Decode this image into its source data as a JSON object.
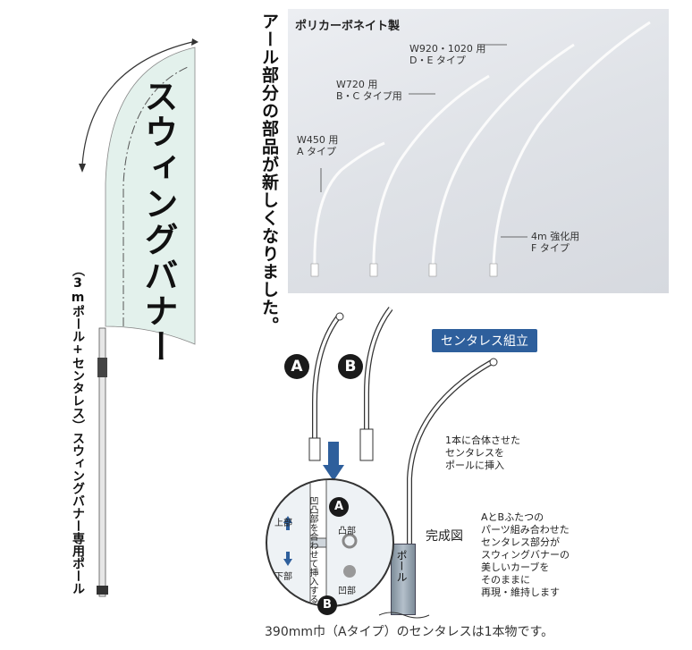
{
  "banner": {
    "text": "スウィングバナー",
    "caption": "（3mポール+センタレス）スウィングバナー専用ポール"
  },
  "photo": {
    "title": "ポリカーボネイト製",
    "side_text": "アール部分の部品が新しくなりました。",
    "labels": {
      "w920_line1": "W920・1020 用",
      "w920_line2": "D・E タイプ",
      "w720_line1": "W720 用",
      "w720_line2": "B・C タイプ用",
      "w450_line1": "W450 用",
      "w450_line2": "A タイプ",
      "f4m_line1": "4m 強化用",
      "f4m_line2": "F タイプ"
    }
  },
  "assembly": {
    "title": "センタレス組立",
    "marker_a": "A",
    "marker_b": "B",
    "insert_note": [
      "1本に合体させた",
      "センタレスを",
      "ポールに挿入"
    ],
    "complete_label": "完成図",
    "description": [
      "AとBふたつの",
      "パーツ組み合わせた",
      "センタレス部分が",
      "スウィングバナーの",
      "美しいカーブを",
      "そのままに",
      "再現・維持します"
    ],
    "pole_label": "ポール",
    "detail": {
      "upper": "上部",
      "lower": "下部",
      "convex": "凸部",
      "concave": "凹部",
      "instruction": "凹凸部を合わせて挿入する"
    },
    "footer": "390mm巾（Aタイプ）のセンタレスは1本物です。"
  }
}
